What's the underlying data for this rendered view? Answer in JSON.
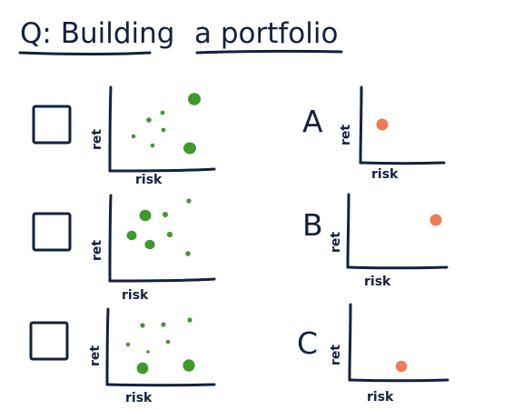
{
  "title": {
    "prefix": "Q: Building",
    "emphasis": "a portfolio"
  },
  "labels": {
    "ret": "ret",
    "risk": "risk"
  },
  "colors": {
    "ink": "#13213f",
    "stock_dot": "#3f9a2d",
    "portfolio_dot": "#ee7c55"
  },
  "questions": [
    {
      "id": "q1"
    },
    {
      "id": "q2"
    },
    {
      "id": "q3"
    }
  ],
  "options": [
    {
      "letter": "A"
    },
    {
      "letter": "B"
    },
    {
      "letter": "C"
    }
  ]
}
